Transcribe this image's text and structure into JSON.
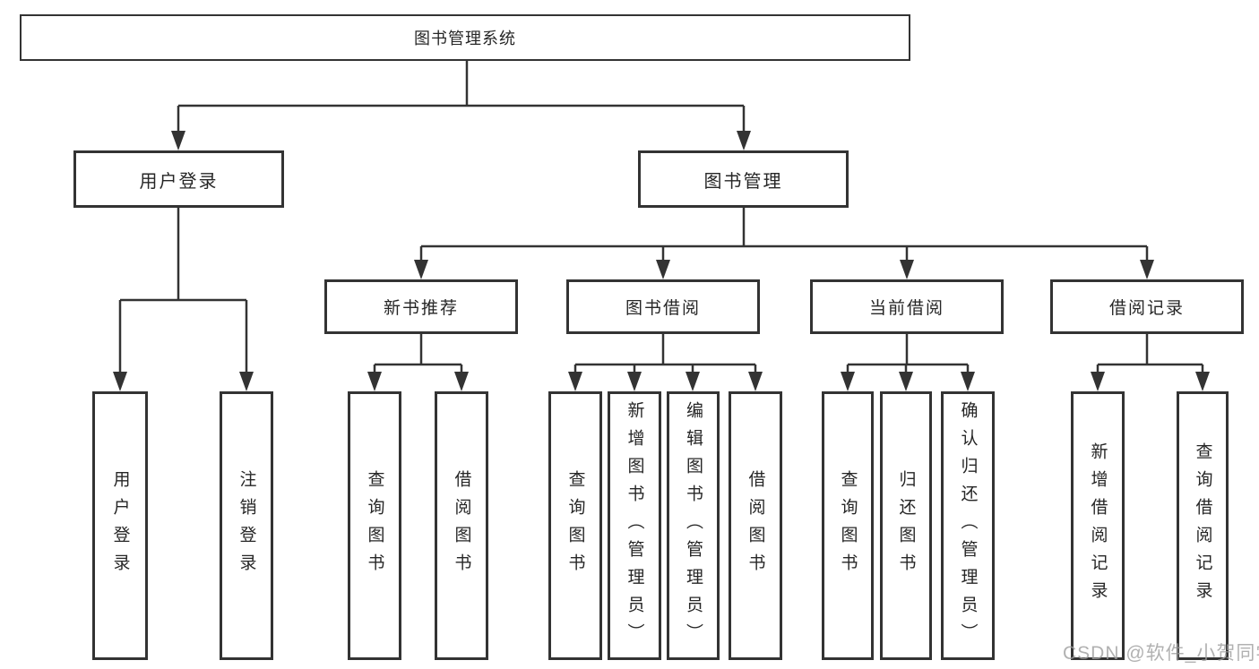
{
  "tree": {
    "label": "图书管理系统",
    "children": [
      {
        "label": "用户登录",
        "children": [
          {
            "label": "用户登录"
          },
          {
            "label": "注销登录"
          }
        ]
      },
      {
        "label": "图书管理",
        "children": [
          {
            "label": "新书推荐",
            "children": [
              {
                "label": "查询图书"
              },
              {
                "label": "借阅图书"
              }
            ]
          },
          {
            "label": "图书借阅",
            "children": [
              {
                "label": "查询图书"
              },
              {
                "label": "新增图书（管理员）"
              },
              {
                "label": "编辑图书（管理员）"
              },
              {
                "label": "借阅图书"
              }
            ]
          },
          {
            "label": "当前借阅",
            "children": [
              {
                "label": "查询图书"
              },
              {
                "label": "归还图书"
              },
              {
                "label": "确认归还（管理员）"
              }
            ]
          },
          {
            "label": "借阅记录",
            "children": [
              {
                "label": "新增借阅记录"
              },
              {
                "label": "查询借阅记录"
              }
            ]
          }
        ]
      }
    ]
  },
  "watermark": {
    "text": "CSDN @软件_小贺同学"
  },
  "colors": {
    "line": "#333333",
    "text": "#262626",
    "watermark": "#9e9e9e",
    "background": "#ffffff"
  }
}
